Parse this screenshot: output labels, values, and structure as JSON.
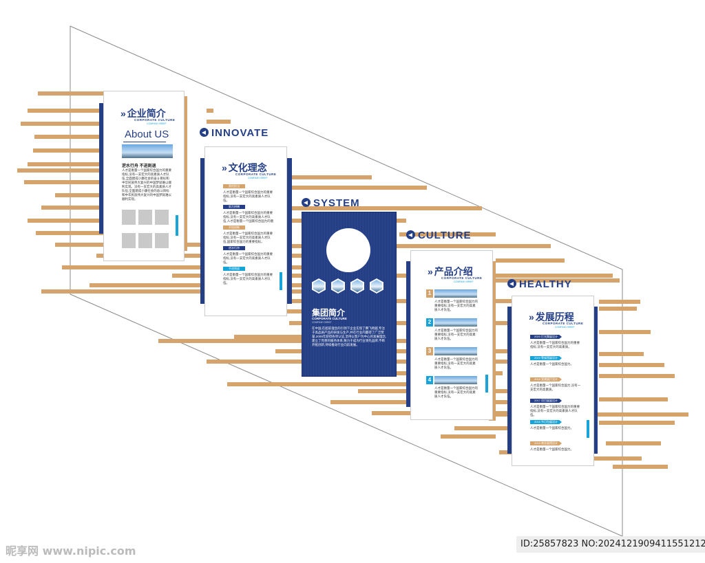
{
  "colors": {
    "navy": "#243f86",
    "tan": "#d4a46c",
    "cyan": "#18a4d8"
  },
  "words": {
    "innovate": "INNOVATE",
    "system": "SYSTEM",
    "culture": "CULTURE",
    "healthy": "HEALTHY"
  },
  "p1": {
    "title": "企业简介",
    "sub": "CORPORATE CULTURE",
    "sub2": "COMPANY BRIEF",
    "about": "About US",
    "heading": "逆水行舟 不进则退",
    "body": "人才是衡量一个国家综合国力的重要指标,没有一支宏大的高素质人才队伍,全面建成小康社会的奋斗目标和中华民族伟大复兴的中国梦就难以顺利实现。没有一支宏大的高素质人才队伍,全面建成小康社会的奋斗目标和中华民族伟大复兴的中国梦就难以顺利实现。"
  },
  "p2": {
    "title": "文化理念",
    "sub": "CORPORATE CULTURE",
    "sub2": "COMPANY BRIEF",
    "sections": [
      {
        "label": "责任担当",
        "color": "#d4a46c",
        "text": "人才是衡量一个国家综合国力的重要指标,没有一支宏大的高素质人才队伍。"
      },
      {
        "label": "努力拼搏",
        "color": "#243f86",
        "text": "人才是衡量一个国家综合国力的重要指标,没有一支宏大的高素质人才队伍,人才是衡量一个国家综合国力的重要指标。"
      },
      {
        "label": "开拓创新",
        "color": "#d4a46c",
        "text": "人才是衡量一个国家综合国力的重要指标,没有一支宏大的高素质人才队伍,国家综合国力的重要指标。"
      },
      {
        "label": "逆水行舟",
        "color": "#243f86",
        "text": "人才是衡量一个国家综合国力的重要指标,没有一支宏大的高素质人才队伍。"
      },
      {
        "label": "不进则退",
        "color": "#18a4d8",
        "text": "人才是衡量一个国家综合国力的重要指标,没有一支宏大的高素质人才队伍。"
      }
    ]
  },
  "p3": {
    "title": "集团简介",
    "sub": "CORPORATE CULTURE",
    "sub2": "COMPANY BRIEF",
    "body": "在中国,在超前理念的引领下企业实现了腾飞跨越,专注于高品质产品的研发与生产,并在行业内赢得了广泛赞誉,2009年获得各项认证,坚持以客户为中心的发展理念,建立了完善的服务体系,致力于成为行业领先品牌,不断开拓创新,持续推动行业向前发展。"
  },
  "p4": {
    "title": "产品介绍",
    "sub": "CORPORATE CULTURE",
    "sub2": "COMPANY BRIEF",
    "items": [
      {
        "num": "1",
        "text": "人才是衡量一个国家综合国力的重要指标,没有一支宏大的高素质人才队伍。"
      },
      {
        "num": "2",
        "text": "人才是衡量一个国家综合国力的重要指标,没有一支宏大的高素质人才队伍。"
      },
      {
        "num": "3",
        "text": "人才是衡量一个国家综合国力的重要指标,没有一支宏大的高素质人才队伍。"
      },
      {
        "num": "4",
        "text": "人才是衡量一个国家综合国力的重要指标,没有一支宏大的高素质人才队伍。"
      }
    ]
  },
  "p5": {
    "title": "发展历程",
    "sub": "CORPORATE CULTURE",
    "sub2": "COMPANY BRIEF",
    "items": [
      {
        "label": "2020 打光舞展设计",
        "color": "#243f86",
        "text": "人才是衡量一个国家综合国力的重要指标,没有一支宏大的高素质。"
      },
      {
        "label": "2019 等候馆展设计",
        "color": "#18a4d8",
        "text": "人才是衡量一个国家综合国力。"
      },
      {
        "label": "2018 党建展厅设计",
        "color": "#d4a46c",
        "text": "人才是衡量一个国家综合国力,没有一支宏大的高素质。"
      },
      {
        "label": "2017 项目展展设计",
        "color": "#243f86",
        "text": "人才是衡量一个国家综合国力的重要指标,没有一支宏大的高素质人才队伍。"
      },
      {
        "label": "2016 节日包展设计",
        "color": "#18a4d8",
        "text": "人才是衡量一个国家综合国力。"
      },
      {
        "label": "2015 商业展馆设计",
        "color": "#d4a46c",
        "text": "人才是衡量一个国家综合国力。"
      }
    ]
  },
  "watermark": {
    "left": "昵享网 www.nipic.com",
    "right": "ID:25857823 NO:20241219094115512123"
  }
}
